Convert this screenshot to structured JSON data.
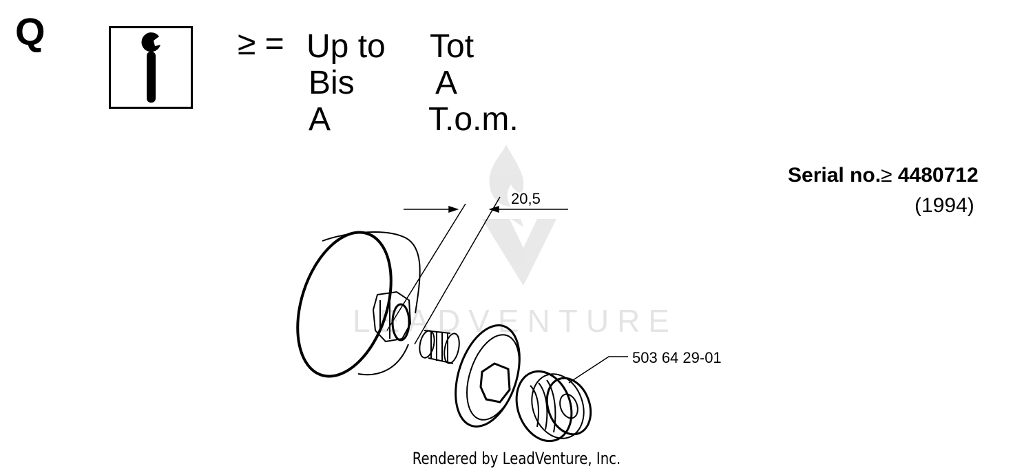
{
  "section_letter": "Q",
  "legend": {
    "symbol": "≥ =",
    "rows": [
      [
        "Up to",
        "Tot"
      ],
      [
        "Bis",
        "A"
      ],
      [
        "A",
        "T.o.m."
      ]
    ]
  },
  "serial": {
    "label": "Serial no.",
    "operator": "≥",
    "number": "4480712",
    "year": "(1994)"
  },
  "dimension_label": "20,5",
  "part_number": "503 64 29-01",
  "watermark_text": "LEADVENTURE",
  "footer": "Rendered by LeadVenture, Inc.",
  "icons": [
    "info-wrench-icon",
    "watermark-logo-icon"
  ]
}
